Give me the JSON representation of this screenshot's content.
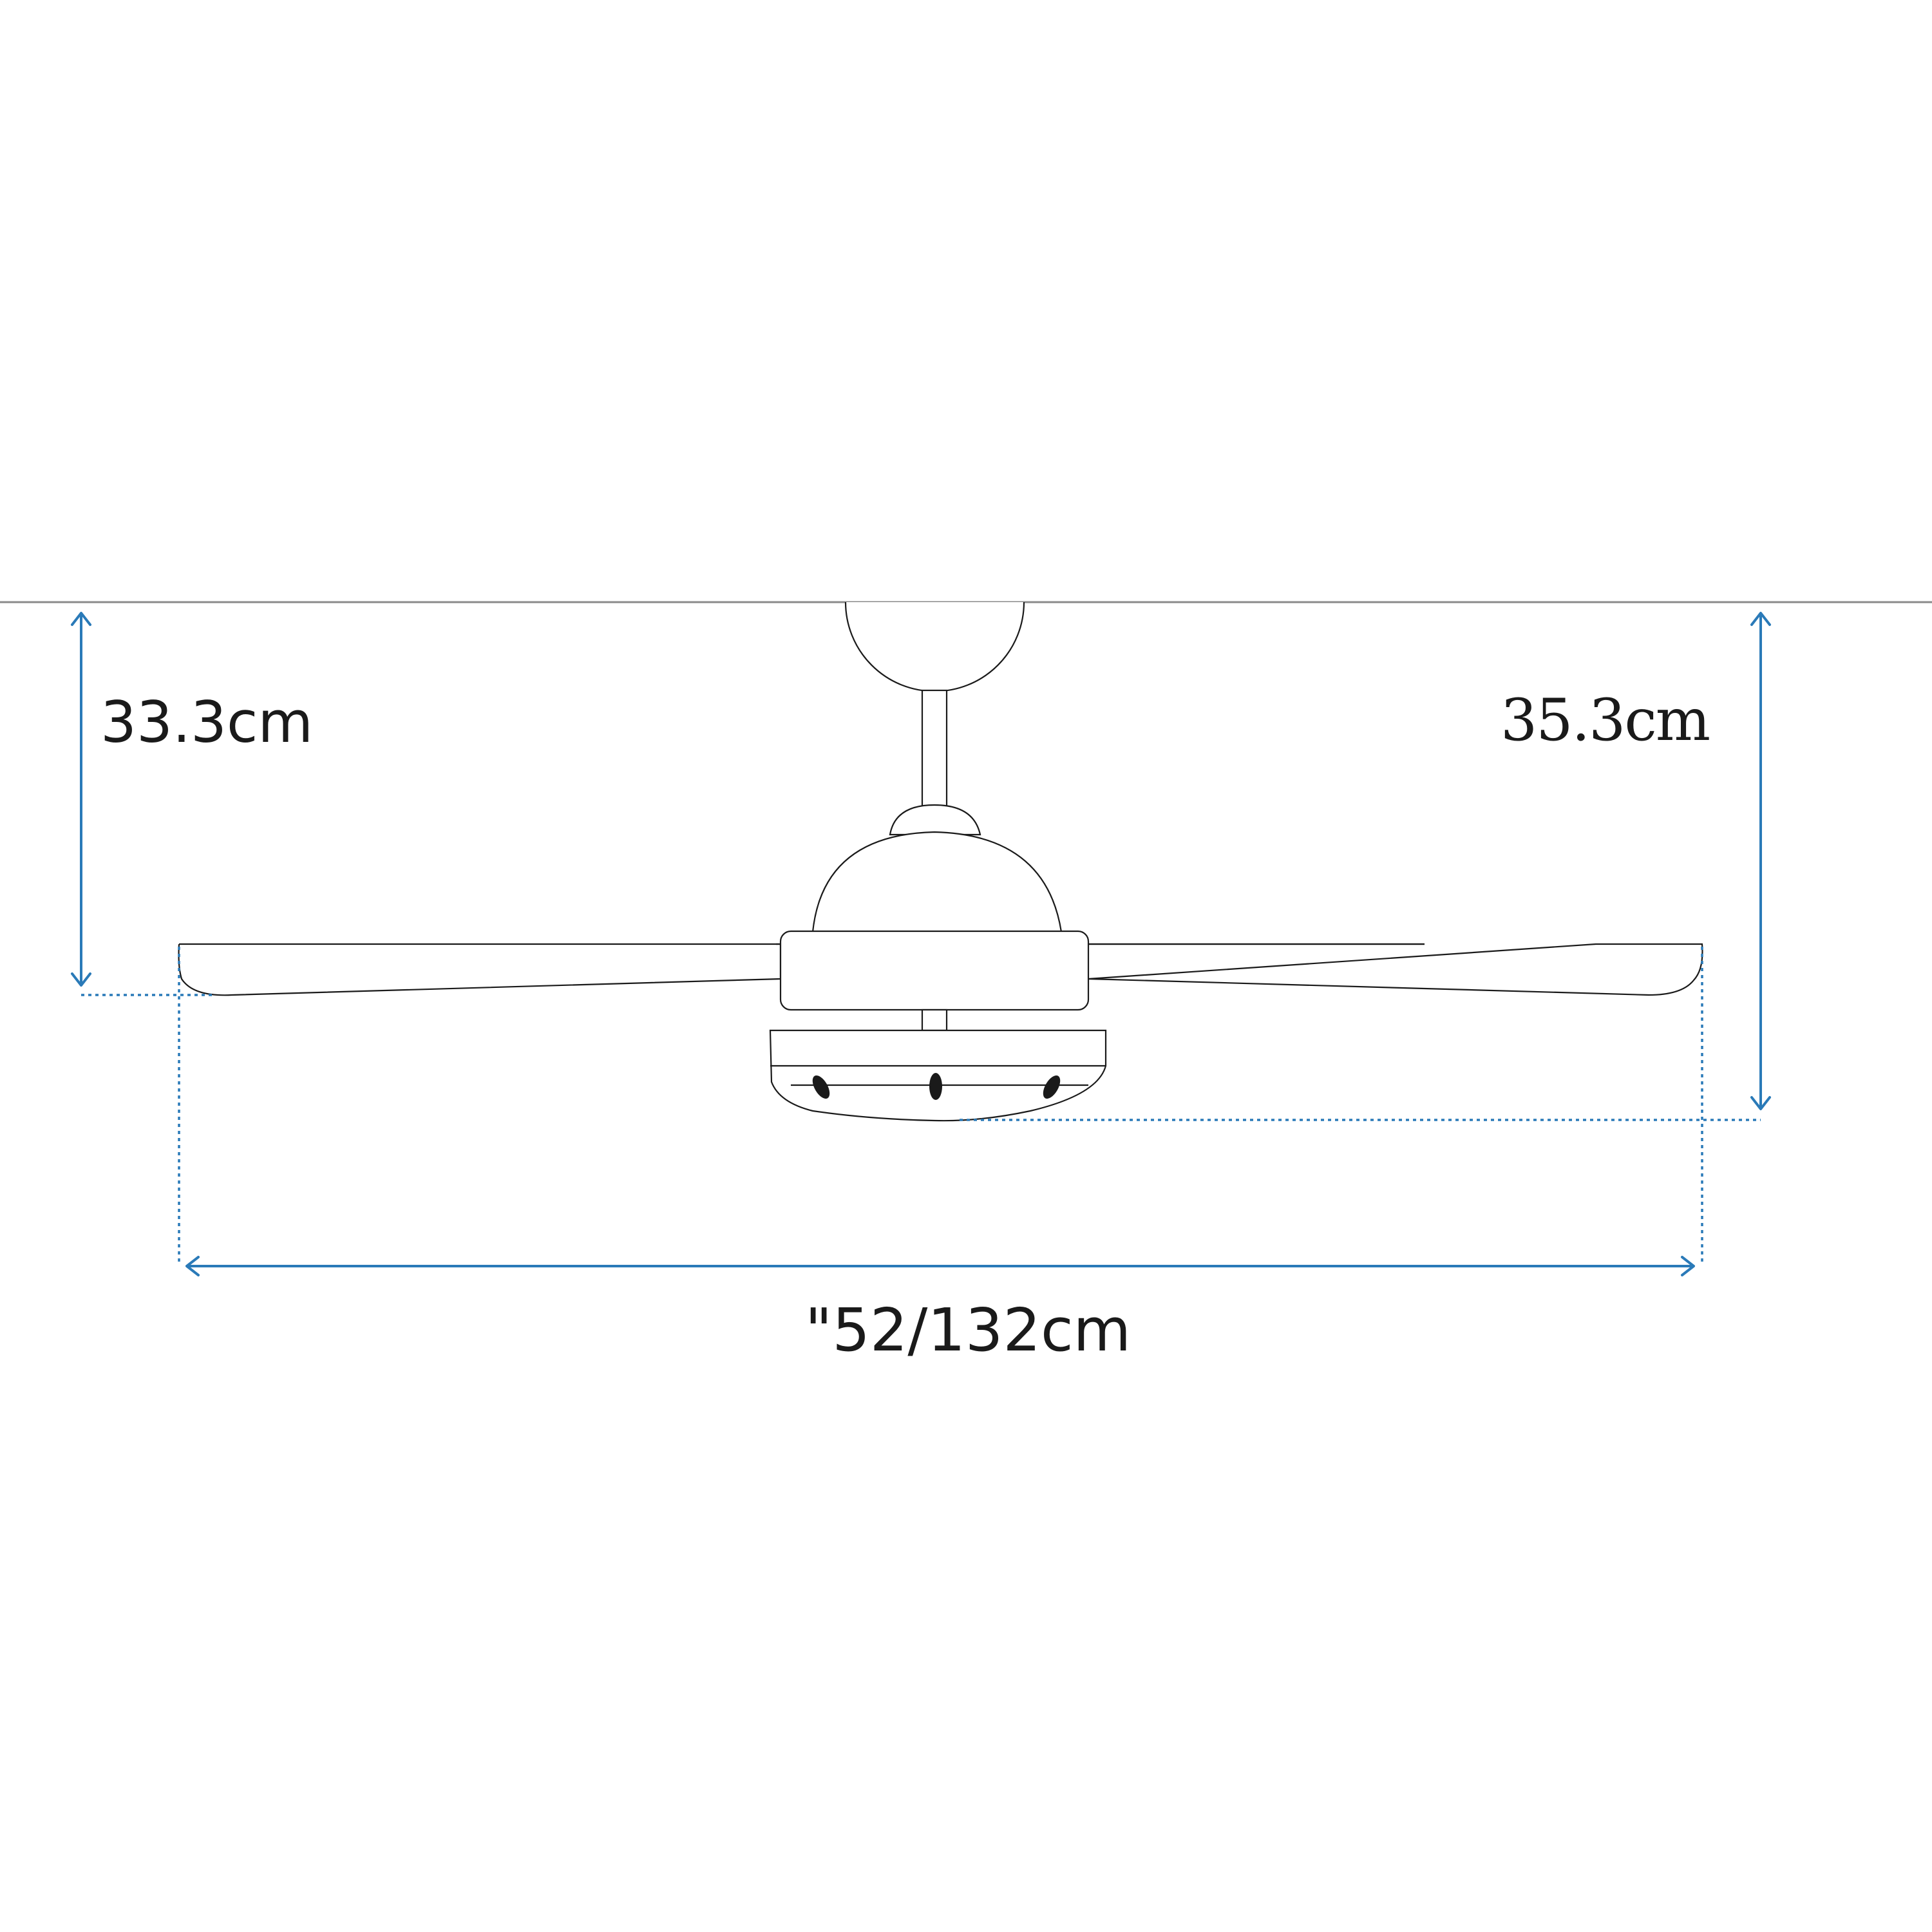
{
  "dimensions": {
    "left_height_label": "33.3cm",
    "right_height_label": "35.3cm",
    "span_label": "\"52/132cm"
  },
  "colors": {
    "dimension_line": "#2a7ab8",
    "outline": "#1a1a1a",
    "ceiling_line": "#8a8a8a",
    "background": "#ffffff"
  }
}
